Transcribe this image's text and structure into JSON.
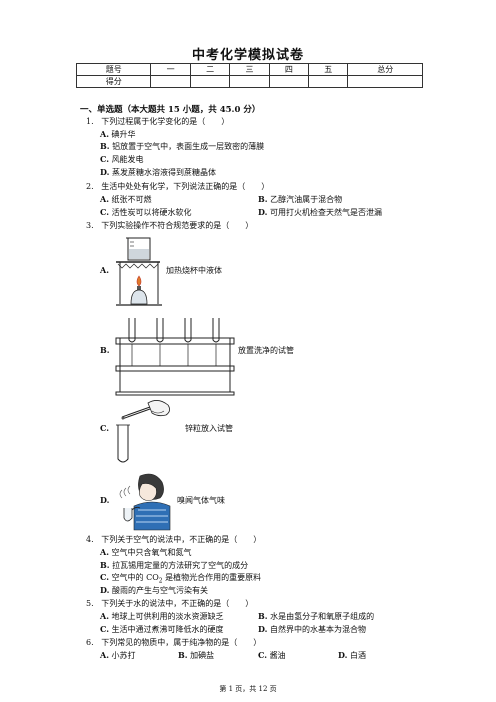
{
  "title": "中考化学模拟试卷",
  "score_table": {
    "header": [
      "题号",
      "一",
      "二",
      "三",
      "四",
      "五",
      "总分"
    ],
    "row_label": "得分"
  },
  "section1": "一、单选题（本大题共 15 小题，共 45.0 分）",
  "questions": [
    {
      "num": "1.",
      "stem": "下列过程属于化学变化的是（　　）",
      "options": [
        {
          "letter": "A.",
          "text": "碘升华"
        },
        {
          "letter": "B.",
          "text": "铝放置于空气中，表面生成一层致密的薄膜"
        },
        {
          "letter": "C.",
          "text": "风能发电"
        },
        {
          "letter": "D.",
          "text": "蒸发蔗糖水溶液得到蔗糖晶体"
        }
      ]
    },
    {
      "num": "2.",
      "stem": "生活中处处有化学，下列说法正确的是（　　）",
      "options": [
        {
          "letter": "A.",
          "text": "纸张不可燃"
        },
        {
          "letter": "B.",
          "text": "乙醇汽油属于混合物"
        },
        {
          "letter": "C.",
          "text": "活性炭可以将硬水软化"
        },
        {
          "letter": "D.",
          "text": "可用打火机检查天然气是否泄漏"
        }
      ]
    },
    {
      "num": "3.",
      "stem": "下列实验操作不符合规范要求的是（　　）",
      "options": [
        {
          "letter": "A.",
          "text": "加热烧杯中液体"
        },
        {
          "letter": "B.",
          "text": "放置洗净的试管"
        },
        {
          "letter": "C.",
          "text": "锌粒放入试管"
        },
        {
          "letter": "D.",
          "text": "嗅闻气体气味"
        }
      ]
    },
    {
      "num": "4.",
      "stem": "下列关于空气的说法中，不正确的是（　　）",
      "options": [
        {
          "letter": "A.",
          "text": "空气中只含氧气和氮气"
        },
        {
          "letter": "B.",
          "text": "拉瓦锡用定量的方法研究了空气的成分"
        },
        {
          "letter": "C.",
          "text_pre": "空气中的 CO",
          "text_sub": "2",
          "text_post": " 是植物光合作用的重要原料"
        },
        {
          "letter": "D.",
          "text": "酸雨的产生与空气污染有关"
        }
      ]
    },
    {
      "num": "5.",
      "stem": "下列关于水的说法中，不正确的是（　　）",
      "options": [
        {
          "letter": "A.",
          "text": "地球上可供利用的淡水资源缺乏"
        },
        {
          "letter": "B.",
          "text": "水是由氢分子和氧原子组成的"
        },
        {
          "letter": "C.",
          "text": "生活中通过煮沸可降低水的硬度"
        },
        {
          "letter": "D.",
          "text": "自然界中的水基本为混合物"
        }
      ]
    },
    {
      "num": "6.",
      "stem": "下列常见的物质中，属于纯净物的是（　　）",
      "options": [
        {
          "letter": "A.",
          "text": "小苏打"
        },
        {
          "letter": "B.",
          "text": "加碘盐"
        },
        {
          "letter": "C.",
          "text": "酱油"
        },
        {
          "letter": "D.",
          "text": "白酒"
        }
      ]
    }
  ],
  "footer": "第 1 页，共 12 页"
}
